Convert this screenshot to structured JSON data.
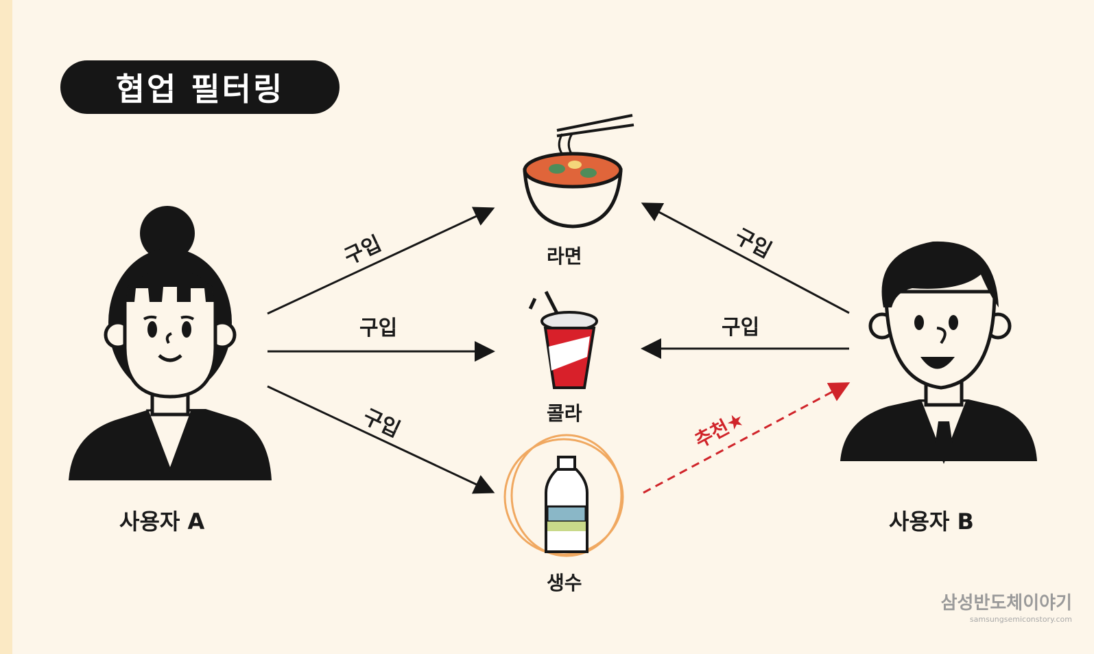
{
  "title": "협업 필터링",
  "users": {
    "a": {
      "label": "사용자 A"
    },
    "b": {
      "label": "사용자 B"
    }
  },
  "items": {
    "ramen": {
      "label": "라면"
    },
    "cola": {
      "label": "콜라"
    },
    "water": {
      "label": "생수"
    }
  },
  "edges": {
    "a_ramen": "구입",
    "a_cola": "구입",
    "a_water": "구입",
    "b_ramen": "구입",
    "b_cola": "구입",
    "recommend": "추천★"
  },
  "colors": {
    "background": "#fdf6ea",
    "ink": "#161616",
    "recommend": "#d0242a",
    "highlight": "#f0a860"
  },
  "watermark": {
    "brand": "삼성반도체이야기",
    "url": "samsungsemiconstory.com"
  }
}
